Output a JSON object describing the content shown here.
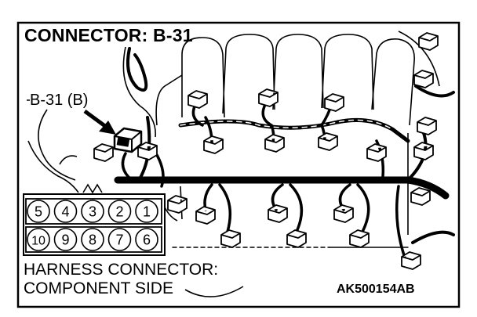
{
  "diagram": {
    "title": "CONNECTOR: B-31",
    "callout_label": "B-31 (B)",
    "caption_line1": "HARNESS CONNECTOR:",
    "caption_line2": "COMPONENT SIDE",
    "figure_code": "AK500154AB",
    "pin_rows": [
      [
        "5",
        "4",
        "3",
        "2",
        "1"
      ],
      [
        "10",
        "9",
        "8",
        "7",
        "6"
      ]
    ]
  }
}
